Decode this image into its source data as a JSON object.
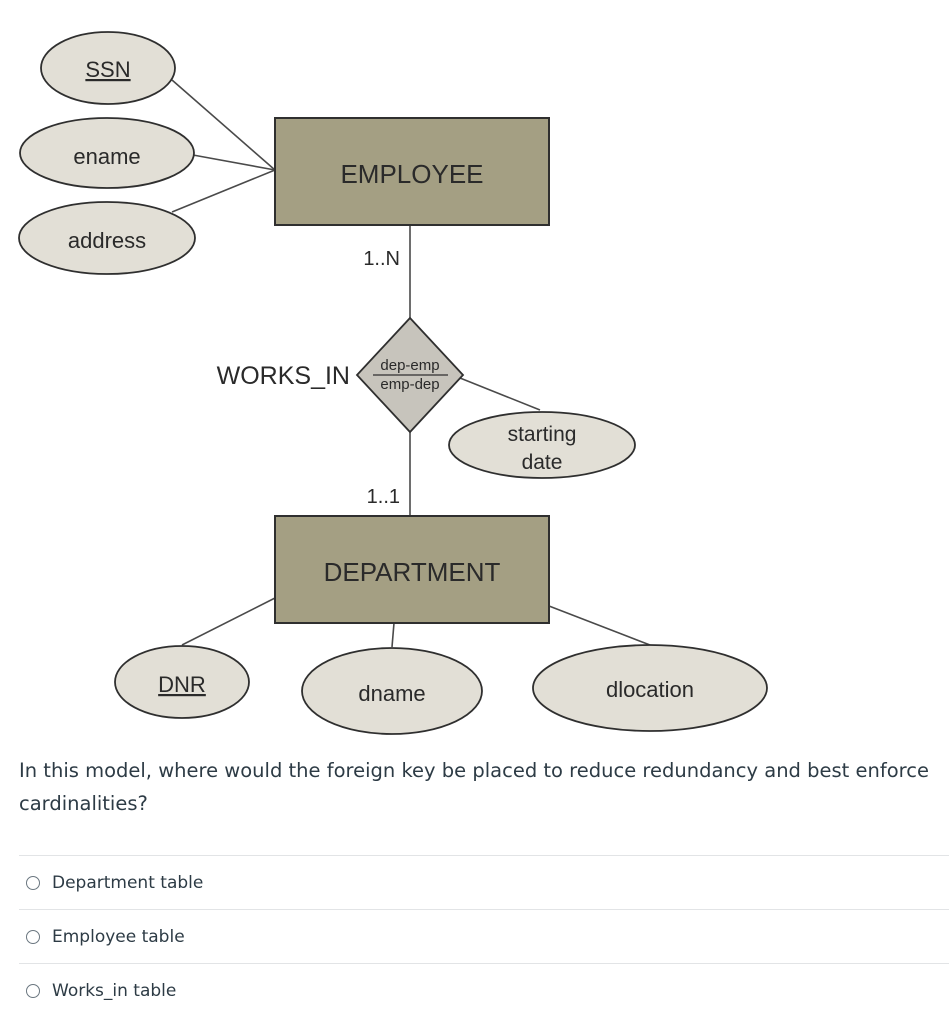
{
  "diagram": {
    "entities": {
      "employee": "EMPLOYEE",
      "department": "DEPARTMENT"
    },
    "relationship": {
      "name": "WORKS_IN",
      "role_top": "dep-emp",
      "role_bottom": "emp-dep"
    },
    "cardinalities": {
      "employee_side": "1..N",
      "department_side": "1..1"
    },
    "attributes": {
      "ssn": "SSN",
      "ename": "ename",
      "address": "address",
      "starting_date_line1": "starting",
      "starting_date_line2": "date",
      "dnr": "DNR",
      "dname": "dname",
      "dlocation": "dlocation"
    },
    "colors": {
      "entity_fill": "#a49f83",
      "attribute_fill": "#e2dfd6",
      "relationship_fill": "#c7c4bc",
      "stroke": "#2f2f2f"
    }
  },
  "question": {
    "text": "In this model, where would the foreign key be placed to reduce redundancy and best enforce cardinalities?",
    "options": [
      {
        "label": "Department table"
      },
      {
        "label": "Employee table"
      },
      {
        "label": "Works_in table"
      }
    ]
  }
}
